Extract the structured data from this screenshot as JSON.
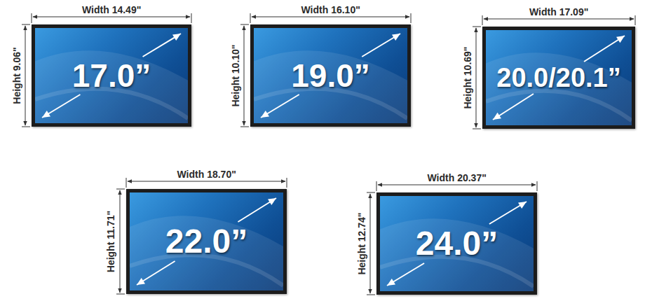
{
  "diagram": {
    "nodes": [
      {
        "text": [
          "17.0”"
        ]
      },
      {
        "text": [
          "19.0”"
        ]
      },
      {
        "text": [
          "20.0/20.1”"
        ]
      },
      {
        "text": [
          "22.0”"
        ]
      },
      {
        "text": [
          "24.0”"
        ]
      }
    ],
    "labels": [
      "Width 14.49\"",
      "Height 9.06\"",
      "Width 16.10\"",
      "Height 10.10\"",
      "Width 17.09\"",
      "Height 10.69\"",
      "Width 18.70\"",
      "Height 11.71\"",
      "Width 20.37\"",
      "Height 12.74\""
    ]
  }
}
